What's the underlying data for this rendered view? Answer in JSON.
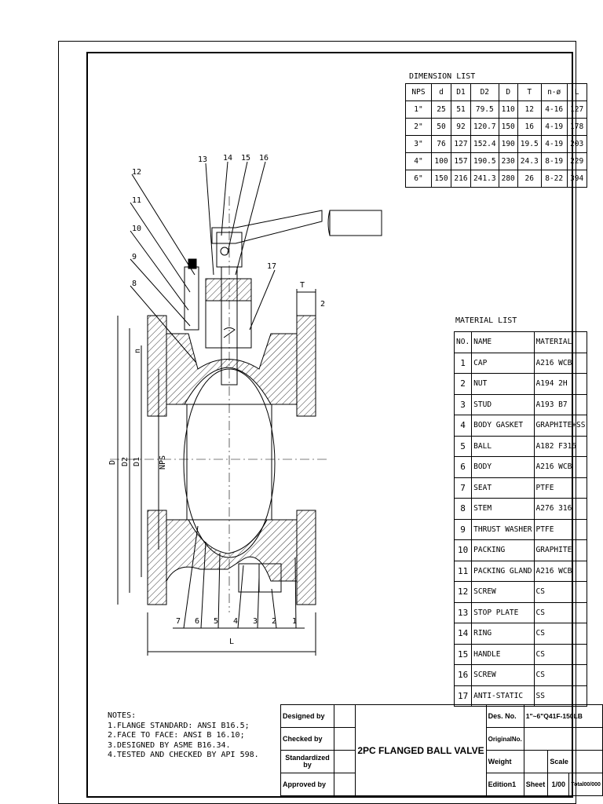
{
  "dimension_list": {
    "title": "DIMENSION LIST",
    "headers": [
      "NPS",
      "d",
      "D1",
      "D2",
      "D",
      "T",
      "n-ø",
      "L"
    ],
    "rows": [
      [
        "1\"",
        "25",
        "51",
        "79.5",
        "110",
        "12",
        "4-16",
        "127"
      ],
      [
        "2\"",
        "50",
        "92",
        "120.7",
        "150",
        "16",
        "4-19",
        "178"
      ],
      [
        "3\"",
        "76",
        "127",
        "152.4",
        "190",
        "19.5",
        "4-19",
        "203"
      ],
      [
        "4\"",
        "100",
        "157",
        "190.5",
        "230",
        "24.3",
        "8-19",
        "229"
      ],
      [
        "6\"",
        "150",
        "216",
        "241.3",
        "280",
        "26",
        "8-22",
        "394"
      ]
    ]
  },
  "material_list": {
    "title": "MATERIAL LIST",
    "headers": [
      "NO.",
      "NAME",
      "MATERIAL"
    ],
    "rows": [
      [
        "1",
        "CAP",
        "A216 WCB"
      ],
      [
        "2",
        "NUT",
        "A194 2H"
      ],
      [
        "3",
        "STUD",
        "A193 B7"
      ],
      [
        "4",
        "BODY GASKET",
        "GRAPHITE+SS"
      ],
      [
        "5",
        "BALL",
        "A182 F316"
      ],
      [
        "6",
        "BODY",
        "A216 WCB"
      ],
      [
        "7",
        "SEAT",
        "PTFE"
      ],
      [
        "8",
        "STEM",
        "A276 316"
      ],
      [
        "9",
        "THRUST WASHER",
        "PTFE"
      ],
      [
        "10",
        "PACKING",
        "GRAPHITE"
      ],
      [
        "11",
        "PACKING GLAND",
        "A216 WCB"
      ],
      [
        "12",
        "SCREW",
        "CS"
      ],
      [
        "13",
        "STOP PLATE",
        "CS"
      ],
      [
        "14",
        "RING",
        "CS"
      ],
      [
        "15",
        "HANDLE",
        "CS"
      ],
      [
        "16",
        "SCREW",
        "CS"
      ],
      [
        "17",
        "ANTI-STATIC",
        "SS"
      ]
    ]
  },
  "notes": {
    "title": "NOTES:",
    "items": [
      "1.FLANGE STANDARD: ANSI B16.5;",
      "2.FACE TO FACE: ANSI B 16.10;",
      "3.DESIGNED BY ASME B16.34.",
      "4.TESTED AND CHECKED BY API 598."
    ]
  },
  "title_block": {
    "designed_by": "Designed by",
    "checked_by": "Checked by",
    "standardized_by_1": "Standardized",
    "standardized_by_2": "by",
    "approved_by": "Approved by",
    "drawing_title": "2PC FLANGED  BALL VALVE",
    "des_no_label": "Des. No.",
    "des_no_value": "1\"~6\"Q41F-150LB",
    "original_no_label": "OriginalNo.",
    "weight_label": "Weight",
    "scale_label": "Scale",
    "edition_label": "Edition1",
    "sheet_label": "Sheet",
    "scale_value": "1/00",
    "total_label": "Total00/000"
  },
  "drawing": {
    "top_callouts": [
      "12",
      "11",
      "10",
      "9",
      "8",
      "13",
      "14",
      "15",
      "16",
      "17"
    ],
    "bottom_callouts": [
      "7",
      "6",
      "5",
      "4",
      "3",
      "2",
      "1"
    ],
    "dim_T": "T",
    "dim_2": "2",
    "dim_D": "D",
    "dim_D2": "D2",
    "dim_D1": "D1",
    "dim_NPS": "NPS",
    "dim_n": "n",
    "dim_L": "L"
  }
}
